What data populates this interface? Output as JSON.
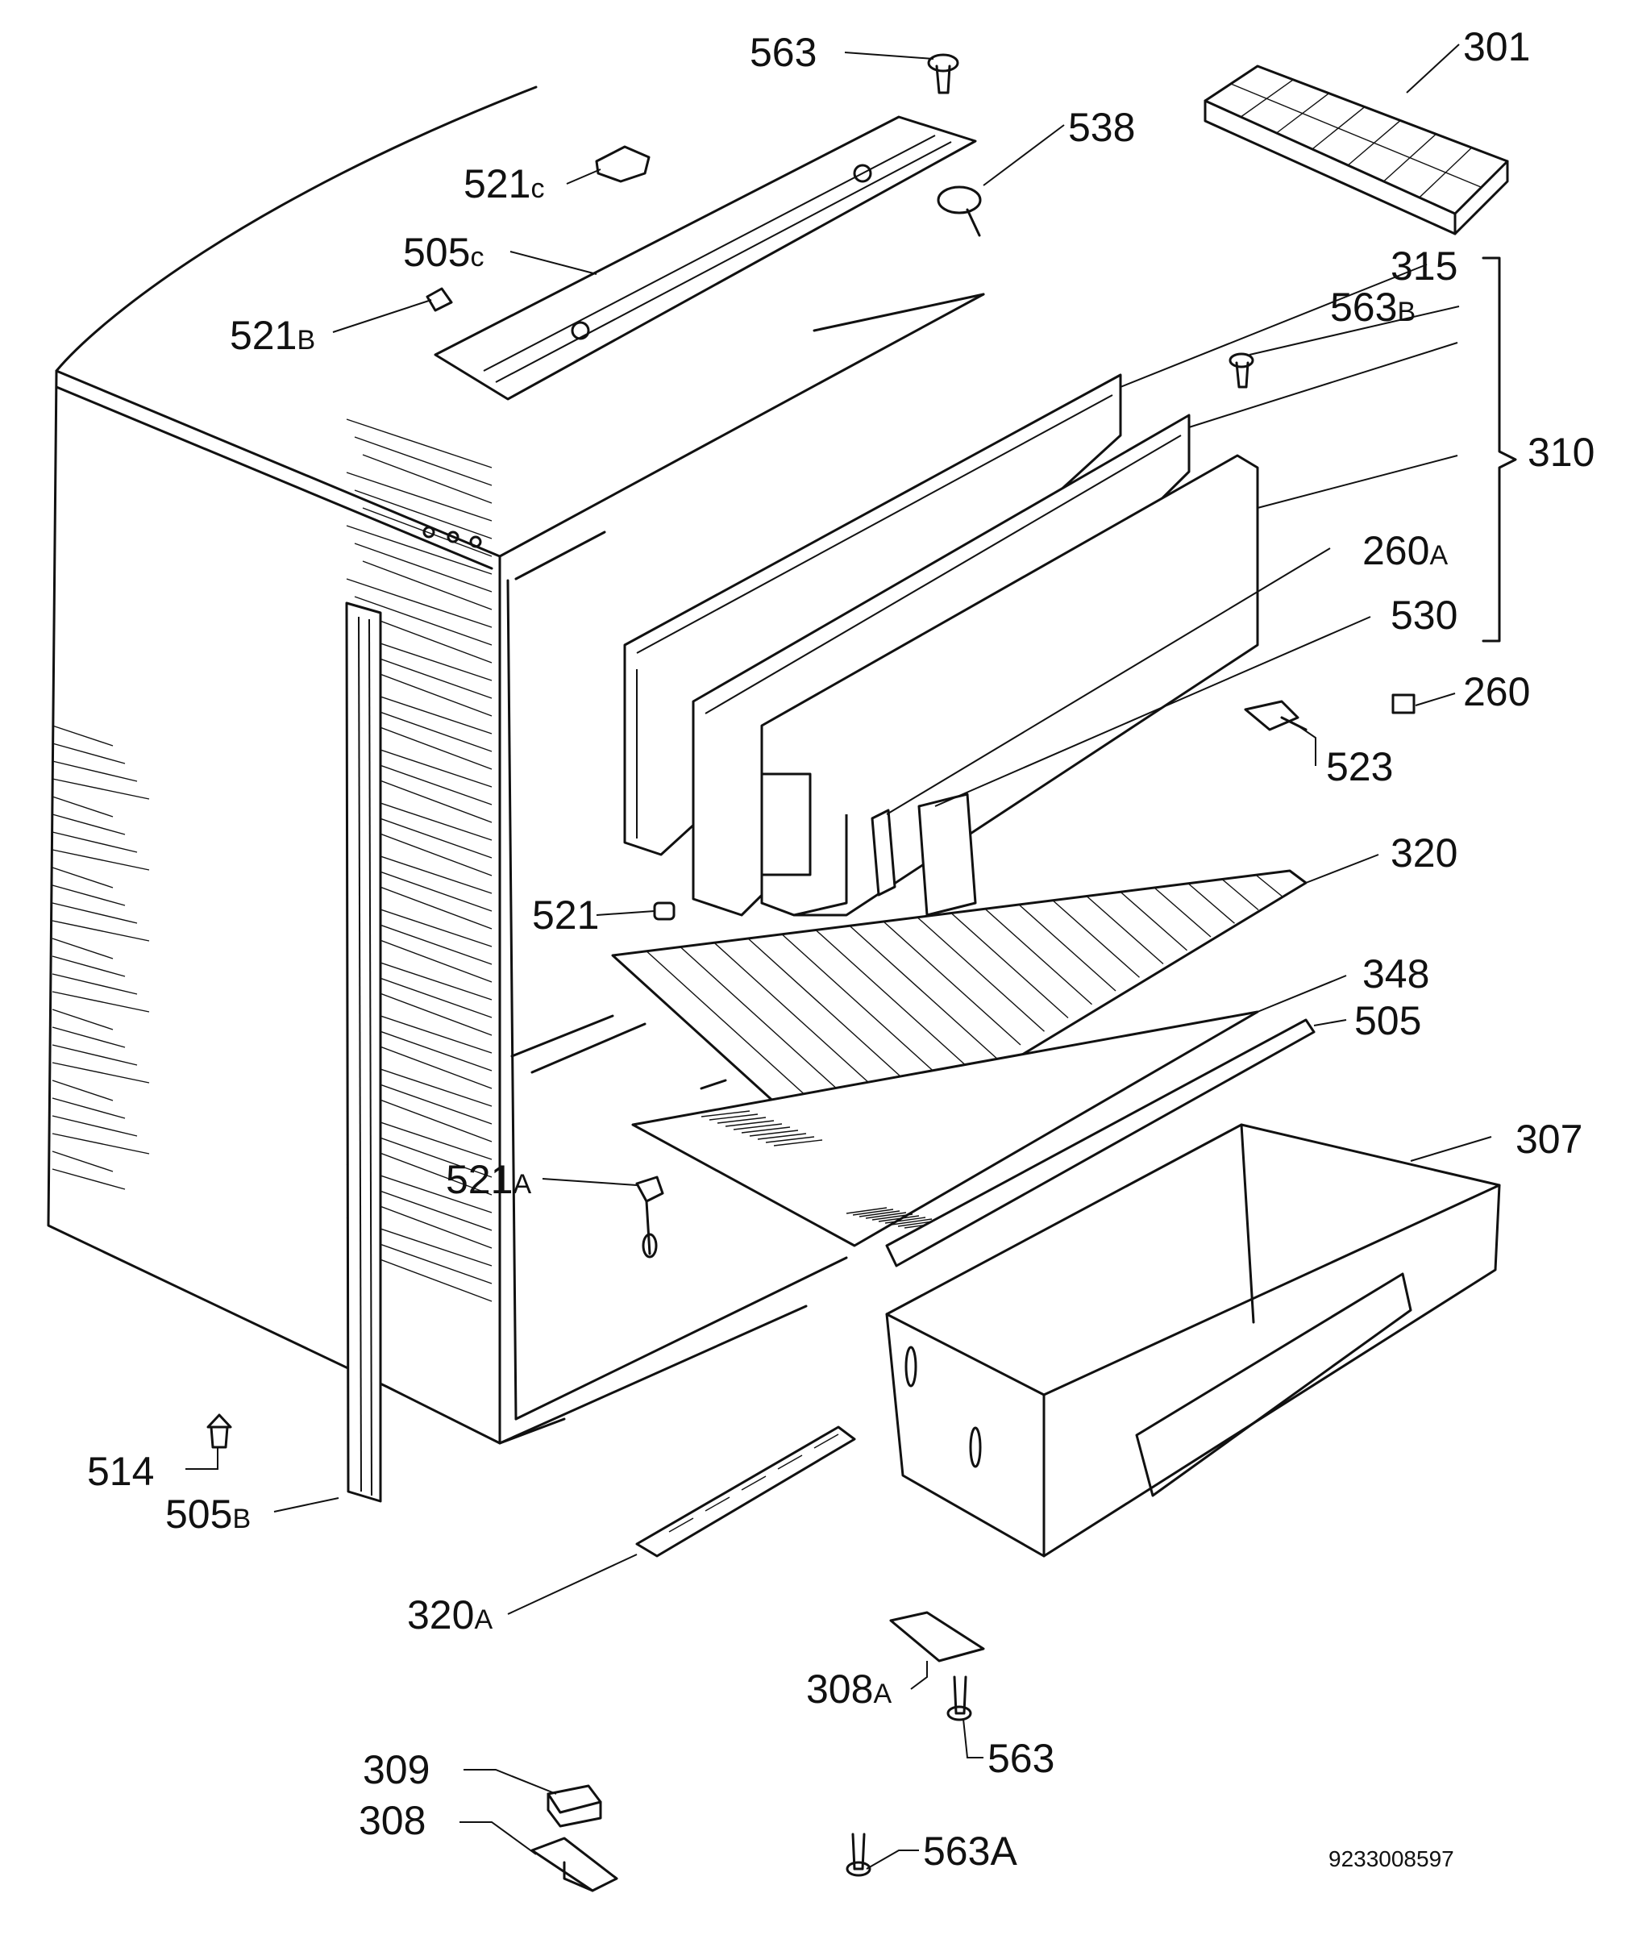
{
  "document_number": "9233008597",
  "bracket_label": "310",
  "labels": [
    {
      "id": "563-top",
      "main": "563",
      "suffix": ""
    },
    {
      "id": "301",
      "main": "301",
      "suffix": ""
    },
    {
      "id": "538",
      "main": "538",
      "suffix": ""
    },
    {
      "id": "521c",
      "main": "521",
      "suffix": "c"
    },
    {
      "id": "505c",
      "main": "505",
      "suffix": "c"
    },
    {
      "id": "315",
      "main": "315",
      "suffix": ""
    },
    {
      "id": "563b",
      "main": "563",
      "suffix": "B"
    },
    {
      "id": "521b",
      "main": "521",
      "suffix": "B"
    },
    {
      "id": "260a",
      "main": "260",
      "suffix": "A"
    },
    {
      "id": "530",
      "main": "530",
      "suffix": ""
    },
    {
      "id": "260",
      "main": "260",
      "suffix": ""
    },
    {
      "id": "523",
      "main": "523",
      "suffix": ""
    },
    {
      "id": "320",
      "main": "320",
      "suffix": ""
    },
    {
      "id": "521",
      "main": "521",
      "suffix": ""
    },
    {
      "id": "348",
      "main": "348",
      "suffix": ""
    },
    {
      "id": "505",
      "main": "505",
      "suffix": ""
    },
    {
      "id": "307",
      "main": "307",
      "suffix": ""
    },
    {
      "id": "521a",
      "main": "521",
      "suffix": "A"
    },
    {
      "id": "514",
      "main": "514",
      "suffix": ""
    },
    {
      "id": "505b",
      "main": "505",
      "suffix": "B"
    },
    {
      "id": "320a",
      "main": "320",
      "suffix": "A"
    },
    {
      "id": "308a",
      "main": "308",
      "suffix": "A"
    },
    {
      "id": "563-bottom",
      "main": "563",
      "suffix": ""
    },
    {
      "id": "309",
      "main": "309",
      "suffix": ""
    },
    {
      "id": "308",
      "main": "308",
      "suffix": ""
    },
    {
      "id": "563a",
      "main": "563",
      "suffix": "A"
    }
  ]
}
